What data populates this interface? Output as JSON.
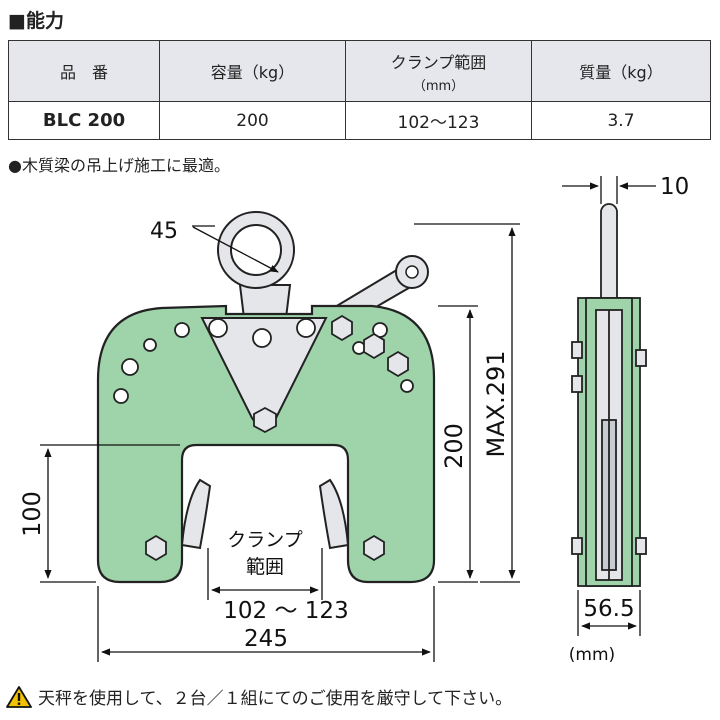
{
  "heading": "■能力",
  "table": {
    "headers": [
      {
        "main": "品　番",
        "sub": ""
      },
      {
        "main": "容量（kg）",
        "sub": ""
      },
      {
        "main": "クランプ範囲",
        "sub": "（mm）"
      },
      {
        "main": "質量（kg）",
        "sub": ""
      }
    ],
    "row": {
      "model": "BLC 200",
      "capacity": "200",
      "clamp_range": "102〜123",
      "weight": "3.7"
    }
  },
  "note": "●木質梁の吊上げ施工に最適。",
  "dims": {
    "eye": "45",
    "height": "200",
    "max_height": "MAX.291",
    "throat": "100",
    "clamp_label_1": "クランプ",
    "clamp_label_2": "範囲",
    "clamp_range": "102 〜 123",
    "width": "245",
    "thickness": "10",
    "depth": "56.5",
    "unit": "(mm)"
  },
  "warning": "天秤を使用して、２台／１組にてのご使用を厳守して下さい。",
  "colors": {
    "body": "#9fd4ab",
    "steel": "#e4e6ea",
    "outline": "#222222"
  }
}
